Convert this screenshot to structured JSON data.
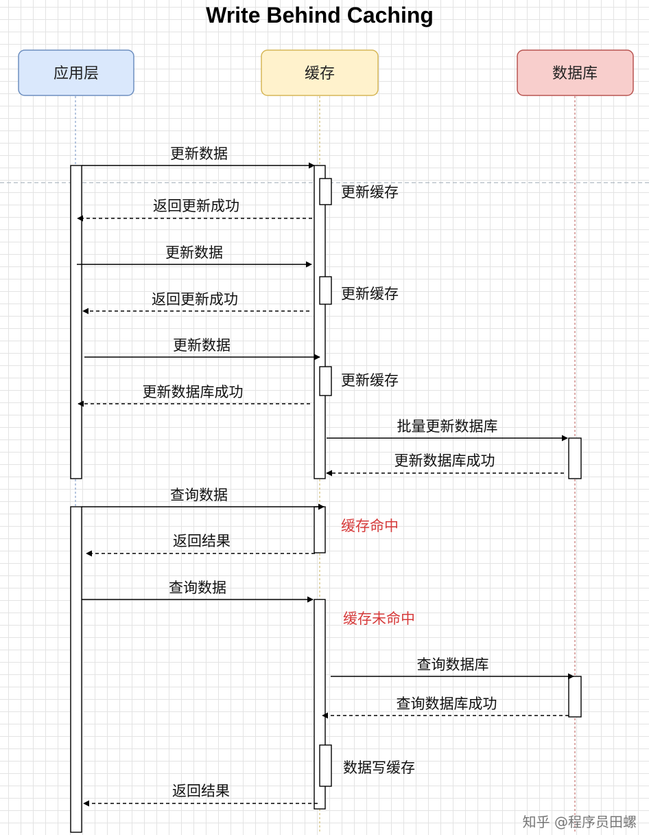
{
  "title": "Write Behind Caching",
  "colors": {
    "app_fill": "#dae8fc",
    "app_stroke": "#6c8ebf",
    "cache_fill": "#fff2cc",
    "cache_stroke": "#d6b656",
    "db_fill": "#f8cecc",
    "db_stroke": "#b85450",
    "highlight_text": "#d63b3b"
  },
  "participants": [
    {
      "id": "app",
      "label": "应用层"
    },
    {
      "id": "cache",
      "label": "缓存"
    },
    {
      "id": "db",
      "label": "数据库"
    }
  ],
  "messages": [
    {
      "label": "更新数据",
      "from": "app",
      "to": "cache",
      "style": "solid"
    },
    {
      "label": "返回更新成功",
      "from": "cache",
      "to": "app",
      "style": "dashed"
    },
    {
      "label": "更新数据",
      "from": "app",
      "to": "cache",
      "style": "solid"
    },
    {
      "label": "返回更新成功",
      "from": "cache",
      "to": "app",
      "style": "dashed"
    },
    {
      "label": "更新数据",
      "from": "app",
      "to": "cache",
      "style": "solid"
    },
    {
      "label": "更新数据库成功",
      "from": "cache",
      "to": "app",
      "style": "dashed"
    },
    {
      "label": "批量更新数据库",
      "from": "cache",
      "to": "db",
      "style": "solid"
    },
    {
      "label": "更新数据库成功",
      "from": "db",
      "to": "cache",
      "style": "dashed"
    },
    {
      "label": "查询数据",
      "from": "app",
      "to": "cache",
      "style": "solid"
    },
    {
      "label": "返回结果",
      "from": "cache",
      "to": "app",
      "style": "dashed"
    },
    {
      "label": "查询数据",
      "from": "app",
      "to": "cache",
      "style": "solid"
    },
    {
      "label": "查询数据库",
      "from": "cache",
      "to": "db",
      "style": "solid"
    },
    {
      "label": "查询数据库成功",
      "from": "db",
      "to": "cache",
      "style": "dashed"
    },
    {
      "label": "返回结果",
      "from": "cache",
      "to": "app",
      "style": "dashed"
    }
  ],
  "notes": [
    {
      "label": "更新缓存",
      "highlight": false
    },
    {
      "label": "更新缓存",
      "highlight": false
    },
    {
      "label": "更新缓存",
      "highlight": false
    },
    {
      "label": "缓存命中",
      "highlight": true
    },
    {
      "label": "缓存未命中",
      "highlight": true
    },
    {
      "label": "数据写缓存",
      "highlight": false
    }
  ],
  "watermark": "知乎 @程序员田螺"
}
